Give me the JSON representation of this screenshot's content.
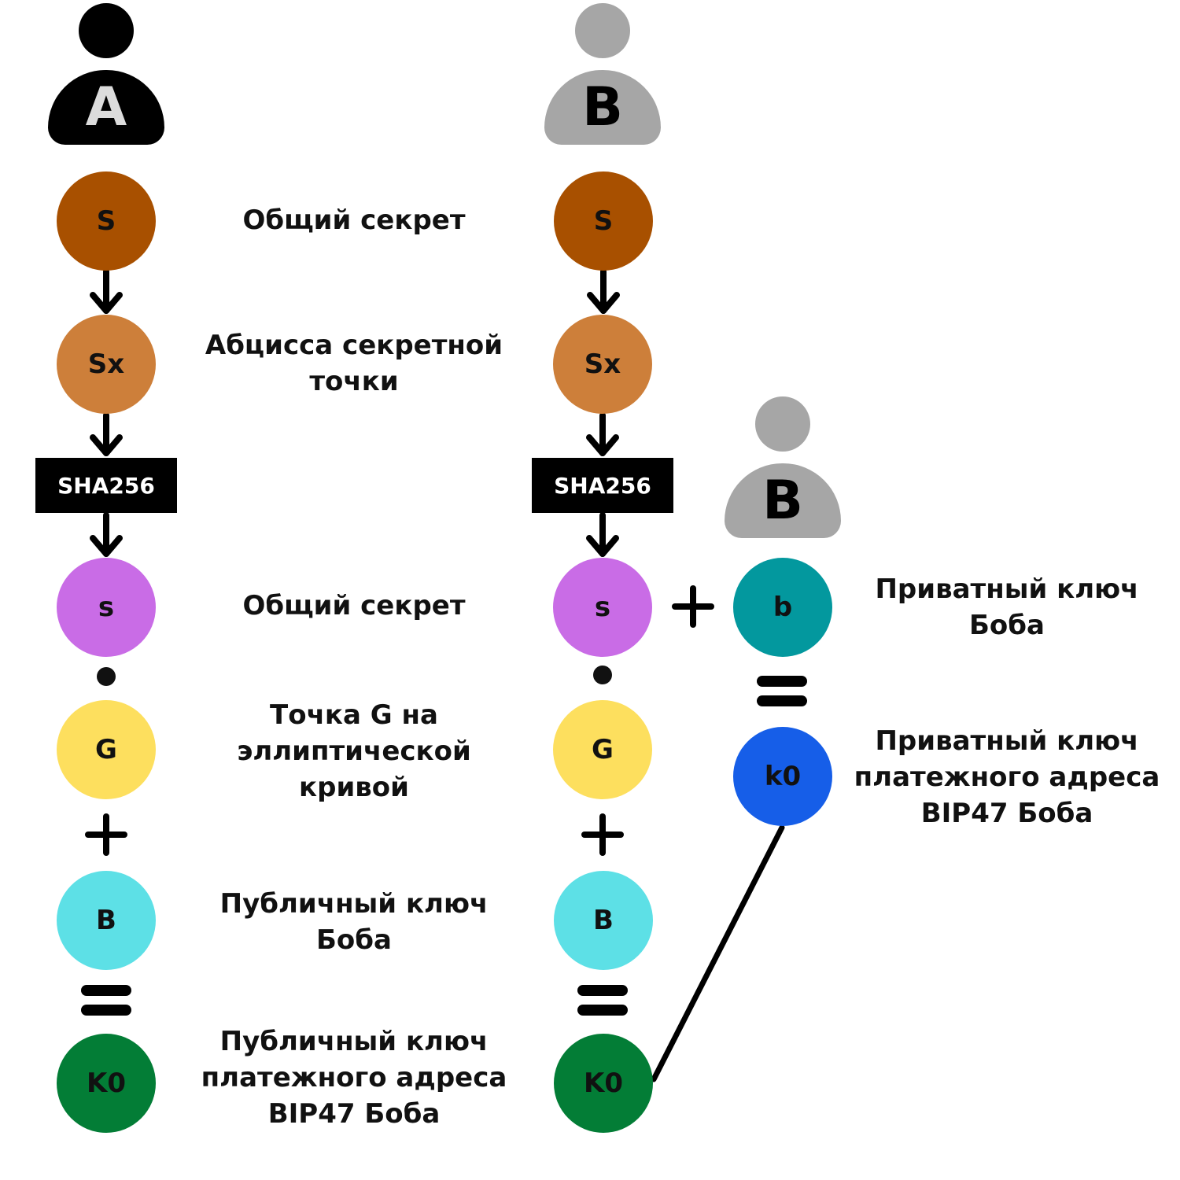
{
  "actors": {
    "alice": {
      "letter": "A",
      "color": "#000000",
      "letter_color": "#dcdcdc"
    },
    "bob_top": {
      "letter": "B",
      "color": "#a6a6a6",
      "letter_color": "#000000"
    },
    "bob_right": {
      "letter": "B",
      "color": "#a6a6a6",
      "letter_color": "#000000"
    }
  },
  "nodes": {
    "S": {
      "text": "S",
      "color": "#a85000"
    },
    "Sx": {
      "text": "Sx",
      "color": "#cd7f3a"
    },
    "s": {
      "text": "s",
      "color": "#c96ce6"
    },
    "G": {
      "text": "G",
      "color": "#fddf5e"
    },
    "B": {
      "text": "B",
      "color": "#5de0e6"
    },
    "K0": {
      "text": "K0",
      "color": "#037d36"
    },
    "b": {
      "text": "b",
      "color": "#03989e"
    },
    "k0": {
      "text": "k0",
      "color": "#165ee8"
    }
  },
  "hash_label": "SHA256",
  "operators": {
    "plus": "+",
    "equals": "="
  },
  "labels": {
    "shared_secret_1": "Общий секрет",
    "abscissa_line1": "Абцисса секретной",
    "abscissa_line2": "точки",
    "shared_secret_2": "Общий секрет",
    "point_g_line1": "Точка G на",
    "point_g_line2": "эллиптической",
    "point_g_line3": "кривой",
    "bob_pub_line1": "Публичный ключ",
    "bob_pub_line2": "Боба",
    "k0_pub_line1": "Публичный ключ",
    "k0_pub_line2": "платежного адреса",
    "k0_pub_line3": "BIP47 Боба",
    "bob_priv_line1": "Приватный ключ",
    "bob_priv_line2": "Боба",
    "k0_priv_line1": "Приватный ключ",
    "k0_priv_line2": "платежного адреса",
    "k0_priv_line3": "BIP47 Боба"
  }
}
